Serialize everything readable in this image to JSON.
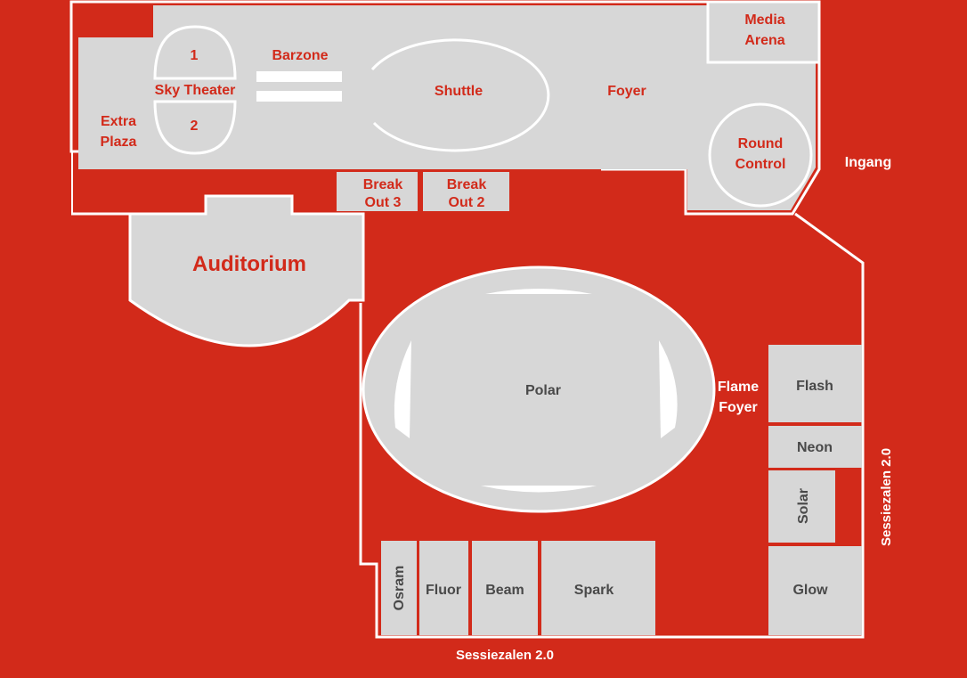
{
  "colors": {
    "background": "#d22a1a",
    "floor": "#d7d7d7",
    "outline": "#ffffff",
    "text_red": "#d22a1a",
    "text_grey": "#494949",
    "text_white": "#ffffff"
  },
  "labels": {
    "media_arena_1": "Media",
    "media_arena_2": "Arena",
    "sky_theater_1": "1",
    "sky_theater": "Sky Theater",
    "sky_theater_2": "2",
    "barzone": "Barzone",
    "shuttle": "Shuttle",
    "foyer": "Foyer",
    "extra_plaza_1": "Extra",
    "extra_plaza_2": "Plaza",
    "round_control_1": "Round",
    "round_control_2": "Control",
    "ingang": "Ingang",
    "break_out_3_a": "Break",
    "break_out_3_b": "Out 3",
    "break_out_2_a": "Break",
    "break_out_2_b": "Out 2",
    "auditorium": "Auditorium",
    "polar": "Polar",
    "flame_foyer_1": "Flame",
    "flame_foyer_2": "Foyer",
    "flash": "Flash",
    "neon": "Neon",
    "solar": "Solar",
    "glow": "Glow",
    "osram": "Osram",
    "fluor": "Fluor",
    "beam": "Beam",
    "spark": "Spark",
    "sessiezalen_right": "Sessiezalen 2.0",
    "sessiezalen_bottom": "Sessiezalen 2.0"
  }
}
